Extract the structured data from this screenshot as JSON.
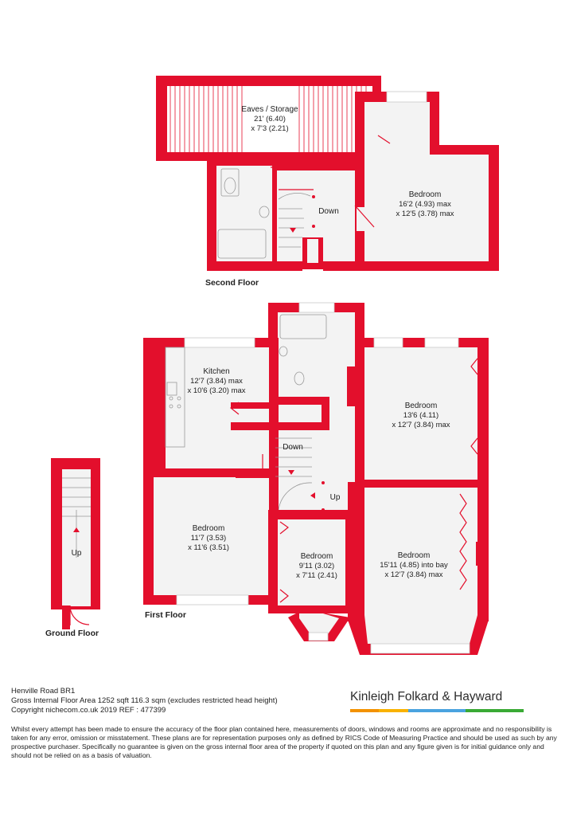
{
  "floors": {
    "second": {
      "label": "Second Floor",
      "rooms": [
        {
          "title": "Eaves / Storage",
          "line1": "21' (6.40)",
          "line2": "x 7'3 (2.21)"
        },
        {
          "title": "Bedroom",
          "line1": "16'2 (4.93) max",
          "line2": "x 12'5 (3.78) max"
        }
      ],
      "stair_label": "Down"
    },
    "first": {
      "label": "First Floor",
      "rooms": [
        {
          "title": "Kitchen",
          "line1": "12'7 (3.84) max",
          "line2": "x 10'6 (3.20) max"
        },
        {
          "title": "Bedroom",
          "line1": "13'6 (4.11)",
          "line2": "x 12'7 (3.84) max"
        },
        {
          "title": "Bedroom",
          "line1": "11'7 (3.53)",
          "line2": "x 11'6 (3.51)"
        },
        {
          "title": "Bedroom",
          "line1": "9'11 (3.02)",
          "line2": "x 7'11 (2.41)"
        },
        {
          "title": "Bedroom",
          "line1": "15'11 (4.85) into bay",
          "line2": "x 12'7 (3.84) max"
        }
      ],
      "stair_down": "Down",
      "stair_up": "Up"
    },
    "ground": {
      "label": "Ground Floor",
      "stair_label": "Up"
    }
  },
  "info": {
    "address": "Henville Road  BR1",
    "area": "Gross Internal Floor Area 1252 sqft 116.3 sqm (excludes restricted head height)",
    "copyright": "Copyright nichecom.co.uk 2019 REF : 477399"
  },
  "disclaimer": "Whilst every attempt has been made to ensure the accuracy of the floor plan contained here, measurements of doors, windows and rooms are approximate and no responsibility is taken for any error, omission or misstatement.  These plans are for representation purposes only as defined by RICS Code of Measuring Practice and should be used as such by any prospective purchaser.  Specifically no guarantee is given on the gross internal floor area of the property if quoted on this plan and any figure given is for initial guidance only and should not be relied on as a basis of valuation.",
  "brand": {
    "name": "Kinleigh Folkard & Hayward",
    "bar_colors": [
      "#f39200",
      "#f9b200",
      "#4aa3df",
      "#4aa3df",
      "#3aaa35",
      "#3aaa35"
    ]
  },
  "colors": {
    "wall": "#e30f2c",
    "floor_fill": "#f3f3f3"
  }
}
